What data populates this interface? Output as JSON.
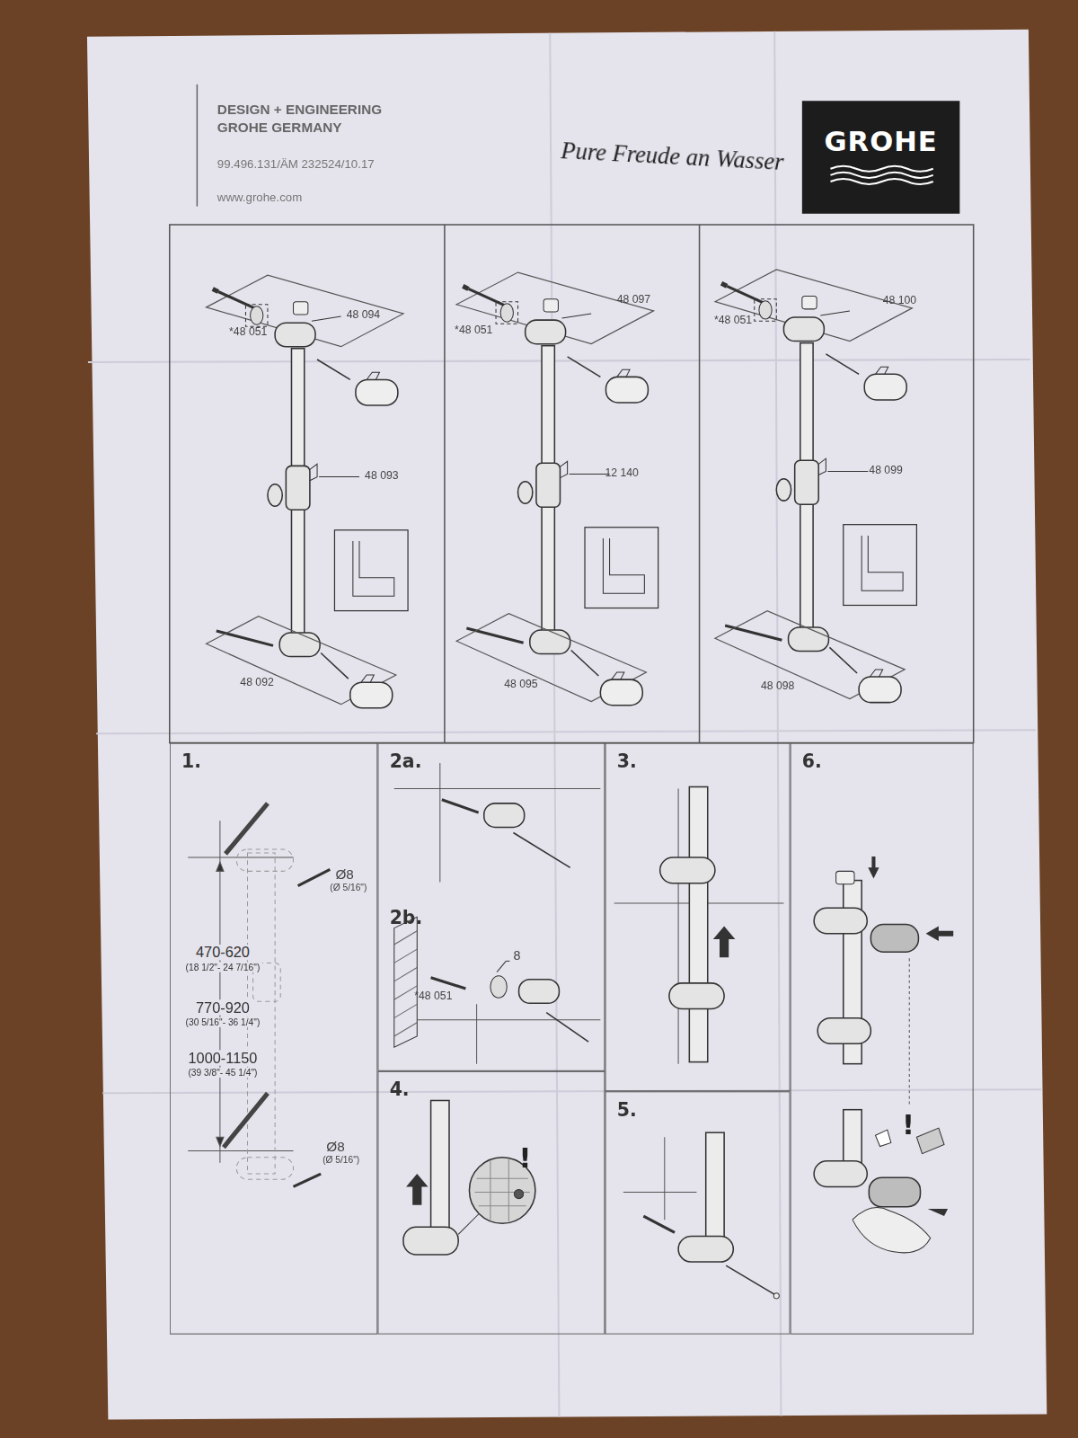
{
  "diagram": {
    "nodes": [
      {
        "text": [
          "GROHE"
        ]
      },
      {
        "text": [
          "1."
        ]
      },
      {
        "text": [
          "2a.",
          "2b."
        ]
      },
      {
        "text": [
          "3."
        ]
      },
      {
        "text": [
          "6."
        ]
      },
      {
        "text": [
          "4."
        ]
      },
      {
        "text": [
          "5."
        ]
      }
    ],
    "labels": [
      "DESIGN + ENGINEERING",
      "GROHE GERMANY",
      "99.496.131/ÄM 232524/10.17",
      "www.grohe.com",
      "Pure Freude an Wasser",
      "*48 051",
      "48 094",
      "48 093",
      "48 092",
      "*48 051",
      "48 097",
      "12 140",
      "48 095",
      "*48 051",
      "48 100",
      "48 099",
      "48 098",
      "Ø8",
      "(Ø 5/16\")",
      "470-620",
      "(18 1/2\"- 24 7/16\")",
      "770-920",
      "(30 5/16\"- 36 1/4\")",
      "1000-1150",
      "(39 3/8\"- 45 1/4\")",
      "Ø8",
      "(Ø 5/16\")",
      "8",
      "*48 051",
      "!",
      "!"
    ]
  }
}
